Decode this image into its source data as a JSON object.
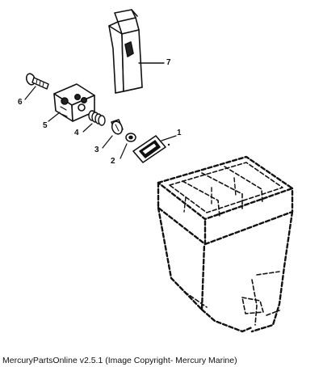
{
  "callouts": {
    "c1": "1",
    "c2": "2",
    "c3": "3",
    "c4": "4",
    "c5": "5",
    "c6": "6",
    "c7": "7"
  },
  "caption": "MercuryPartsOnline v2.5.1 (Image Copyright- Mercury Marine)",
  "colors": {
    "ink": "#111111",
    "background": "#ffffff"
  }
}
